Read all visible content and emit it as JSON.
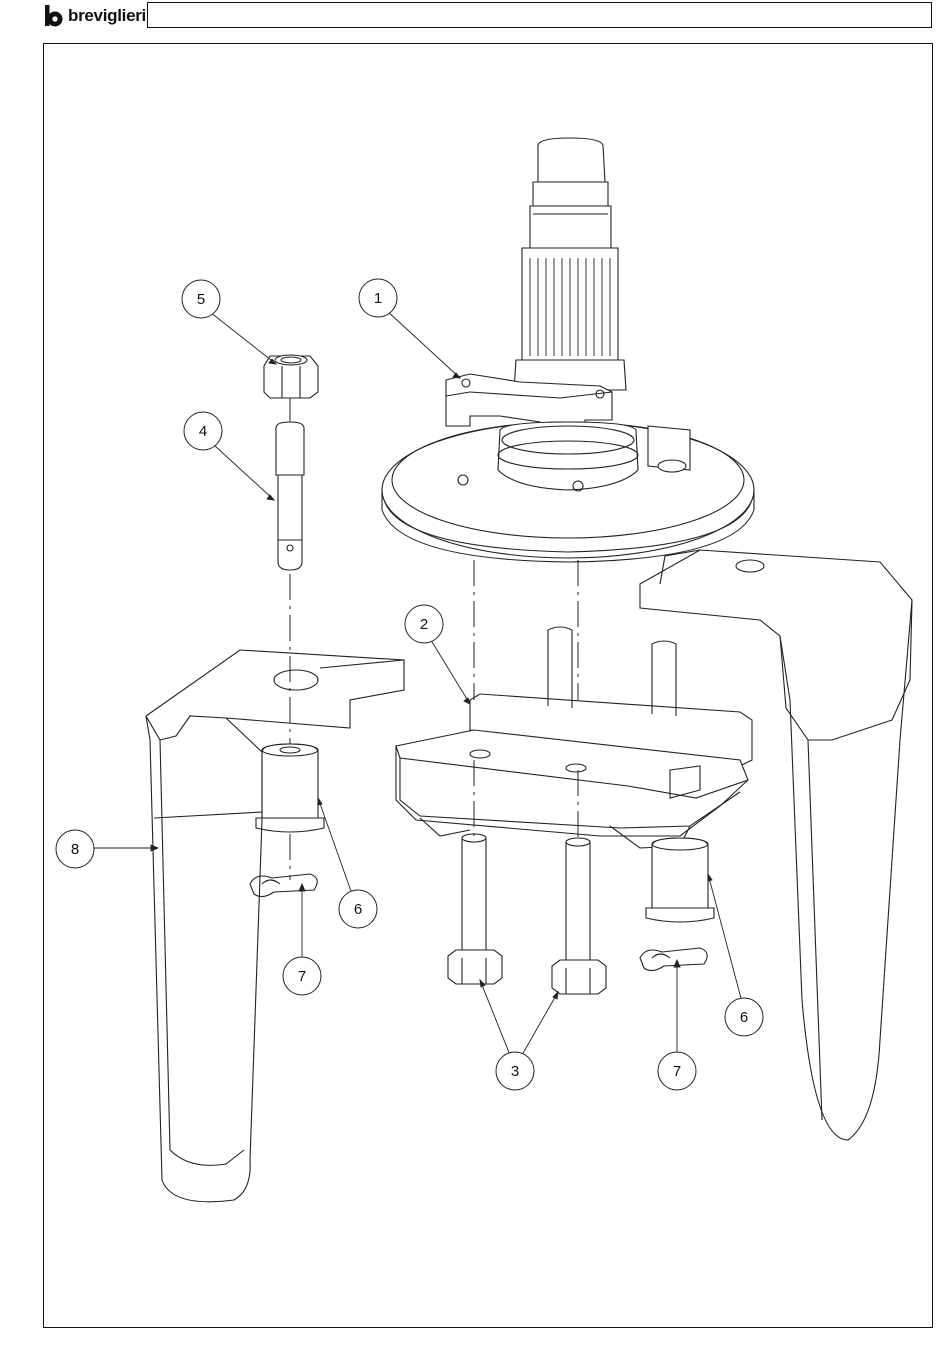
{
  "header": {
    "brand": "breviglieri",
    "title_box_text": ""
  },
  "diagram": {
    "callouts": [
      "1",
      "2",
      "3",
      "4",
      "5",
      "6",
      "6",
      "7",
      "7",
      "8"
    ]
  }
}
